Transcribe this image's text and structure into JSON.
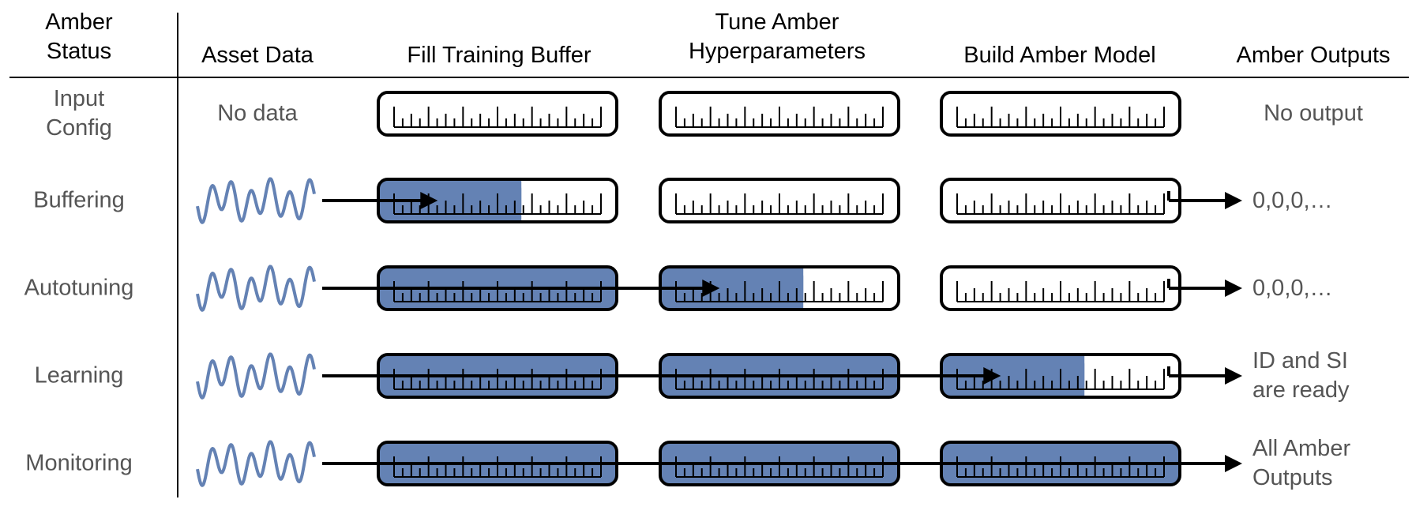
{
  "header": {
    "status_line1": "Amber",
    "status_line2": "Status",
    "asset_data": "Asset Data",
    "fill_buffer": "Fill Training Buffer",
    "tune_line1": "Tune Amber",
    "tune_line2": "Hyperparameters",
    "build_model": "Build Amber Model",
    "outputs": "Amber Outputs"
  },
  "rows": [
    {
      "label_line1": "Input",
      "label_line2": "Config",
      "asset": "No data",
      "fill": [
        0,
        0,
        0
      ],
      "output_line1": "No output",
      "output_line2": ""
    },
    {
      "label_line1": "Buffering",
      "label_line2": "",
      "asset": "",
      "fill": [
        0.6,
        0,
        0
      ],
      "output_line1": "0,0,0,…",
      "output_line2": ""
    },
    {
      "label_line1": "Autotuning",
      "label_line2": "",
      "asset": "",
      "fill": [
        1,
        0.6,
        0
      ],
      "output_line1": "0,0,0,…",
      "output_line2": ""
    },
    {
      "label_line1": "Learning",
      "label_line2": "",
      "asset": "",
      "fill": [
        1,
        1,
        0.6
      ],
      "output_line1": "ID and SI",
      "output_line2": "are ready"
    },
    {
      "label_line1": "Monitoring",
      "label_line2": "",
      "asset": "",
      "fill": [
        1,
        1,
        1
      ],
      "output_line1": "All Amber",
      "output_line2": "Outputs"
    }
  ],
  "colors": {
    "fill": "#6482b4",
    "wave": "#6482b4",
    "text_gray": "#555555",
    "line": "#000000"
  }
}
